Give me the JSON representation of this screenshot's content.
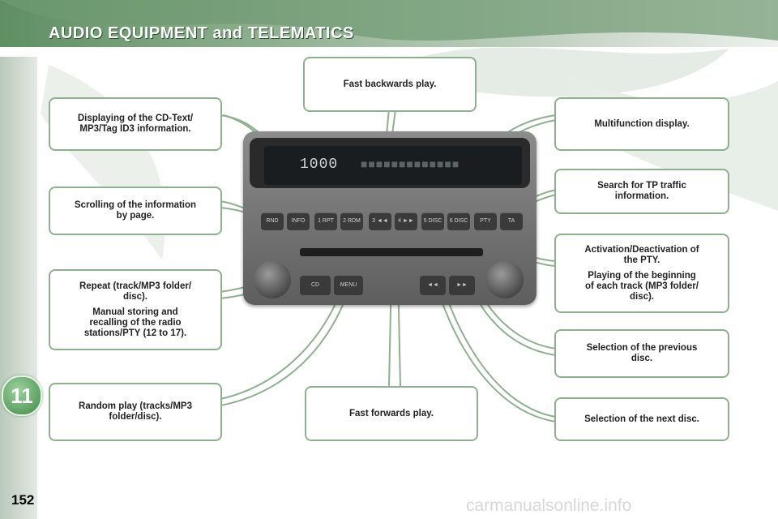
{
  "header": {
    "title": "AUDIO EQUIPMENT and TELEMATICS"
  },
  "chapter": {
    "number": "11"
  },
  "page": {
    "number": "152"
  },
  "watermark": "carmanualsonline.info",
  "display": {
    "digits": "1000",
    "segments": "■■■■■■■■■■■■■"
  },
  "radio_buttons": [
    "RND",
    "INFO",
    "1 RPT",
    "2 RDM",
    "3 ◄◄",
    "4 ►►",
    "5 DISC",
    "6 DISC",
    "PTY",
    "TA"
  ],
  "lower_buttons": [
    "CD",
    "MENU",
    "◄◄",
    "►►"
  ],
  "callouts": {
    "cd_text": [
      "Displaying of the CD-Text/",
      "MP3/Tag ID3 information."
    ],
    "fast_backwards": [
      "Fast backwards play."
    ],
    "multifunction": [
      "Multifunction display."
    ],
    "scrolling": [
      "Scrolling of the information",
      "by page."
    ],
    "tp_search": [
      "Search for TP traffic",
      "information."
    ],
    "repeat_a": [
      "Repeat (track/MP3 folder/",
      "disc)."
    ],
    "repeat_b": [
      "Manual storing and",
      "recalling of the radio",
      "stations/PTY (12 to 17)."
    ],
    "pty_a": [
      "Activation/Deactivation of",
      "the PTY."
    ],
    "pty_b": [
      "Playing of the beginning",
      "of each track (MP3 folder/",
      "disc)."
    ],
    "prev_disc": [
      "Selection of the previous",
      "disc."
    ],
    "random": [
      "Random play (tracks/MP3",
      "folder/disc)."
    ],
    "fast_forwards": [
      "Fast forwards play."
    ],
    "next_disc": [
      "Selection of the next disc."
    ]
  },
  "colors": {
    "accent_green": "#8fb08f",
    "header_green": "#5f8f63"
  }
}
